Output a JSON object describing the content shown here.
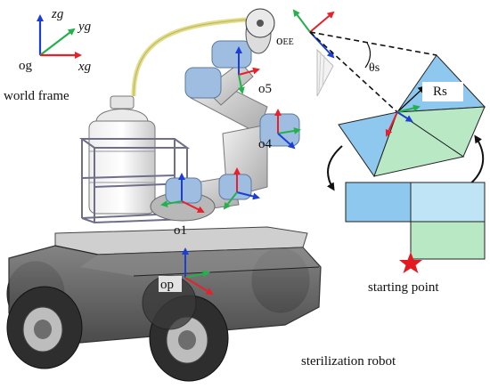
{
  "world_frame": {
    "z": "zg",
    "y": "yg",
    "x": "xg",
    "origin": "og",
    "caption": "world frame"
  },
  "frames": {
    "end_effector": "oEE",
    "joint5": "o5",
    "joint4": "o4",
    "joint1": "o1",
    "platform": "op"
  },
  "sampling": {
    "angle": "θs",
    "radius": "Rs"
  },
  "labels": {
    "starting_point": "starting point",
    "robot": "sterilization robot"
  },
  "colors": {
    "x_axis": "#e8202a",
    "y_axis": "#22b24c",
    "z_axis": "#1b3fd6",
    "tube": "#e2dd86",
    "panel_blue": "#8ec8ef",
    "panel_green": "#b9e8c4",
    "star": "#e21b22"
  }
}
